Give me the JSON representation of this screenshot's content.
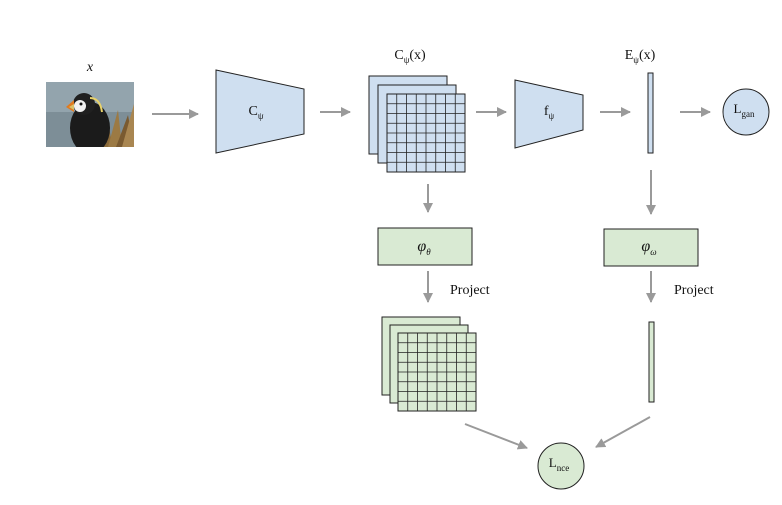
{
  "colors": {
    "blue_fill": "#cfdff0",
    "green_fill": "#d9ead3",
    "stroke": "#222222",
    "arrow": "#9a9a9a"
  },
  "input": {
    "var": "x",
    "image": "puffin-photo"
  },
  "encoder": {
    "main": "C",
    "sub": "ψ"
  },
  "feature_map": {
    "main": "C",
    "sub": "ψ",
    "suffix": "(x)"
  },
  "projector_f": {
    "main": "f",
    "sub": "ψ"
  },
  "embedding": {
    "main": "E",
    "sub": "ψ",
    "suffix": "(x)"
  },
  "gan_loss": {
    "main": "L",
    "sub": "gan"
  },
  "phi_theta": {
    "main": "φ",
    "sub": "θ"
  },
  "phi_omega": {
    "main": "φ",
    "sub": "ω"
  },
  "project_left": "Project",
  "project_right": "Project",
  "nce_loss": {
    "main": "L",
    "sub": "nce"
  }
}
